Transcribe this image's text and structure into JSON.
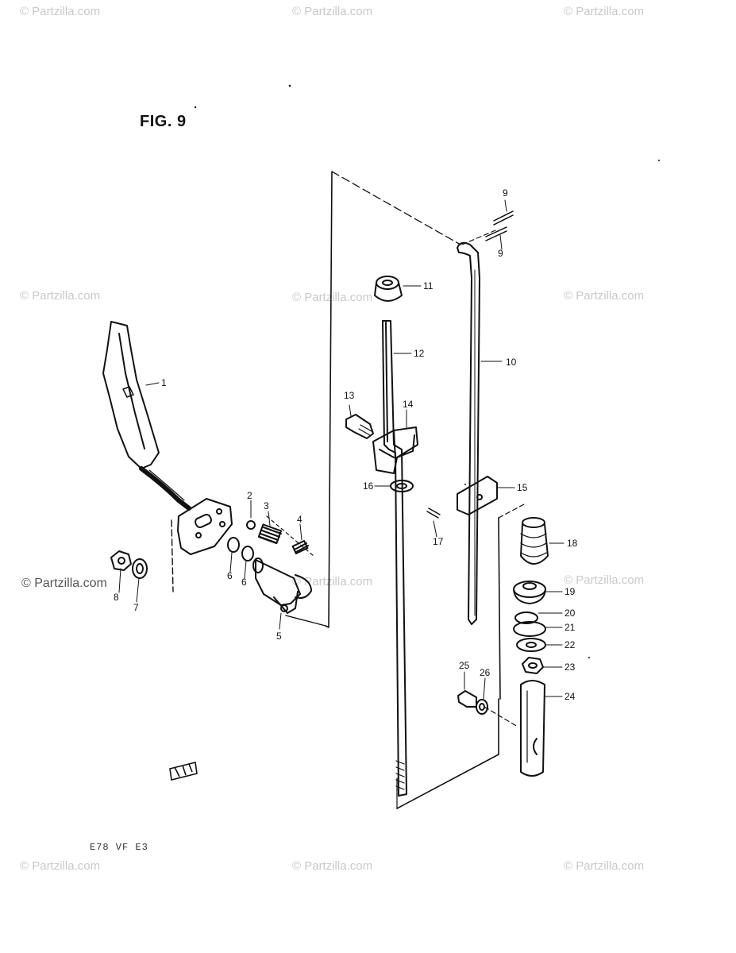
{
  "watermark": "© Partzilla.com",
  "figure_title": "FIG. 9",
  "footer_code": "E78 VF E3",
  "part_labels": [
    "1",
    "2",
    "3",
    "4",
    "5",
    "6",
    "6",
    "7",
    "8",
    "9",
    "9",
    "10",
    "11",
    "12",
    "13",
    "14",
    "15",
    "16",
    "17",
    "18",
    "19",
    "20",
    "21",
    "22",
    "23",
    "24",
    "25",
    "26"
  ]
}
